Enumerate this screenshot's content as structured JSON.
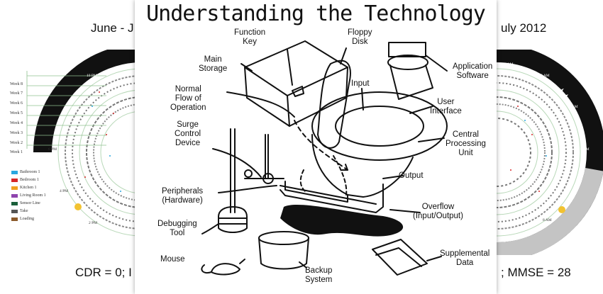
{
  "slide": {
    "top_left_text": "June - J",
    "top_right_text": "uly 2012",
    "bottom_left_text": "CDR = 0; I",
    "bottom_right_text": "; MMSE = 28"
  },
  "left_chart": {
    "weeks": [
      "Week 8",
      "Week 7",
      "Week 6",
      "Week 5",
      "Week 4",
      "Week 3",
      "Week 2",
      "Week 1"
    ],
    "clock_labels": {
      "top": "10 PM",
      "upper_left": "8 PM",
      "left": "6 PM",
      "lower_left": "4 PM",
      "bottom": "2 PM"
    },
    "legend": [
      {
        "label": "Bathroom 1",
        "color": "#2aa7e0"
      },
      {
        "label": "Bedroom 1",
        "color": "#d62728"
      },
      {
        "label": "Kitchen 1",
        "color": "#f0a020"
      },
      {
        "label": "Living Room 1",
        "color": "#8e44ad"
      },
      {
        "label": "Sensor Line",
        "color": "#1a5f3a"
      },
      {
        "label": "Take",
        "color": "#555555"
      },
      {
        "label": "Loading",
        "color": "#8b5a2b"
      }
    ]
  },
  "right_chart": {
    "clock_labels": {
      "top": "12 AM",
      "upper_right": "2 AM",
      "right": "4 AM",
      "lower_right": "6 AM",
      "bottom": "8 AM"
    }
  },
  "diagram": {
    "title": "Understanding the Technology",
    "labels": {
      "function_key": "Function\nKey",
      "floppy_disk": "Floppy\nDisk",
      "main_storage": "Main\nStorage",
      "application_software": "Application\nSoftware",
      "normal_flow": "Normal\nFlow of\nOperation",
      "input": "Input",
      "user_interface": "User\nInterface",
      "surge_control": "Surge\nControl\nDevice",
      "central_processing": "Central\nProcessing\nUnit",
      "output": "Output",
      "peripherals": "Peripherals\n(Hardware)",
      "overflow": "Overflow\n(Input/Output)",
      "debugging_tool": "Debugging\nTool",
      "mouse": "Mouse",
      "backup_system": "Backup\nSystem",
      "supplemental_data": "Supplemental\nData"
    }
  }
}
